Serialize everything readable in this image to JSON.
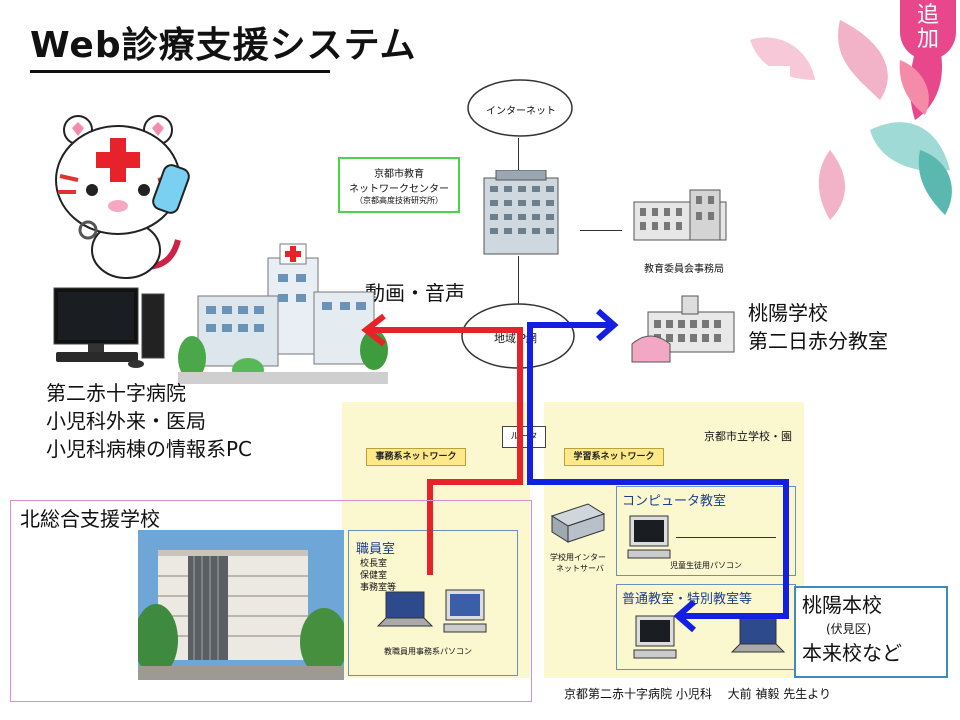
{
  "title": "Web診療支援システム",
  "badge": "追\n加",
  "cloud": {
    "internet": "インターネット",
    "regional": "地域IP網"
  },
  "center_box": {
    "line1": "京都市教育",
    "line2": "ネットワークセンター",
    "line3": "（京都高度技術研究所）"
  },
  "board_office": "教育委員会事務局",
  "media_label": "動画・音声",
  "school_right": {
    "line1": "桃陽学校",
    "line2": "第二日赤分教室"
  },
  "hospital": {
    "line1": "第二赤十字病院",
    "line2": "小児科外来・医局",
    "line3": "小児科病棟の情報系PC"
  },
  "router": "ルータ",
  "school_zone": "京都市立学校・園",
  "net_admin": "事務系ネットワーク",
  "net_learn": "学習系ネットワーク",
  "staff_room": {
    "title": "職員室",
    "items": [
      "校長室",
      "保健室",
      "事務室等"
    ],
    "pc_caption": "教職員用事務系パソコン"
  },
  "server": {
    "line1": "学校用インター",
    "line2": "ネットサーバ"
  },
  "computer_room": {
    "title": "コンピュータ教室",
    "pc_caption": "児童生徒用パソコン"
  },
  "classroom": {
    "title": "普通教室・特別教室等"
  },
  "main_school": {
    "line1": "桃陽本校",
    "line2": "(伏見区)",
    "line3": "本来校など"
  },
  "kita_school": "北総合支援学校",
  "credit": "京都第二赤十字病院 小児科　 大前 禎毅 先生より",
  "colors": {
    "red_route": "#e8222a",
    "blue_route": "#1420e0",
    "accent": "#e8478b"
  }
}
